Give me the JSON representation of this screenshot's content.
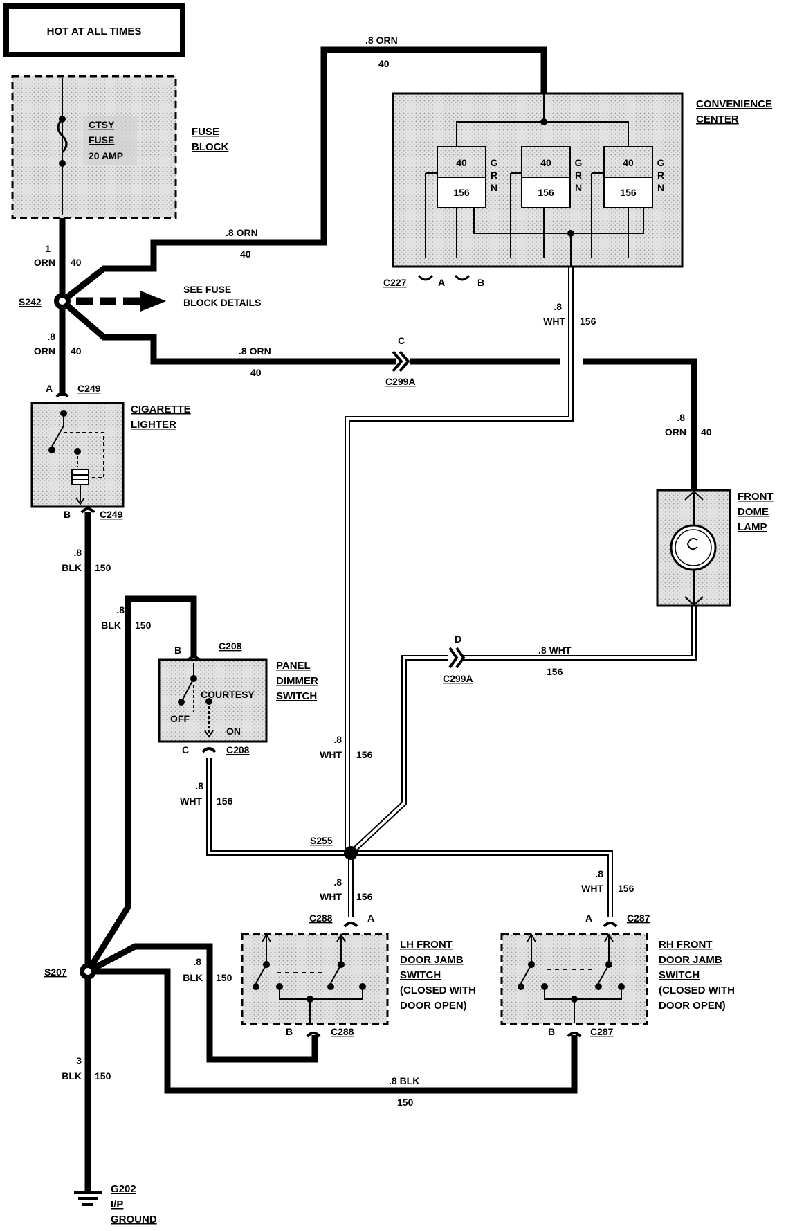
{
  "title": "HOT AT ALL TIMES",
  "components": {
    "fuse_block": {
      "name": [
        "FUSE",
        "BLOCK"
      ],
      "fuse": [
        "CTSY",
        "FUSE",
        "20 AMP"
      ]
    },
    "convenience_center": {
      "name": [
        "CONVENIENCE",
        "CENTER"
      ],
      "relays": [
        [
          "40",
          "156"
        ],
        [
          "40",
          "156"
        ],
        [
          "40",
          "156"
        ]
      ],
      "grn": [
        "G",
        "R",
        "N"
      ]
    },
    "fuse_block_note": [
      "SEE FUSE",
      "BLOCK DETAILS"
    ],
    "cigarette_lighter": {
      "name": [
        "CIGARETTE",
        "LIGHTER"
      ]
    },
    "front_dome_lamp": {
      "name": [
        "FRONT",
        "DOME",
        "LAMP"
      ]
    },
    "panel_dimmer_switch": {
      "name": [
        "PANEL",
        "DIMMER",
        "SWITCH"
      ],
      "positions": [
        "COURTESY",
        "OFF",
        "ON"
      ]
    },
    "lh_door_switch": {
      "name": [
        "LH FRONT",
        "DOOR JAMB",
        "SWITCH",
        "(CLOSED WITH",
        "DOOR OPEN)"
      ]
    },
    "rh_door_switch": {
      "name": [
        "RH FRONT",
        "DOOR JAMB",
        "SWITCH",
        "(CLOSED WITH",
        "DOOR OPEN)"
      ]
    },
    "ground": {
      "name": [
        "G202",
        "I/P",
        "GROUND"
      ]
    }
  },
  "splices": {
    "s242": "S242",
    "s255": "S255",
    "s207": "S207"
  },
  "connectors": {
    "c227": "C227",
    "c227_a": "A",
    "c227_b": "B",
    "c249_a": "C249",
    "c249_a_pin": "A",
    "c249_b": "C249",
    "c249_b_pin": "B",
    "c299a_c": "C299A",
    "c299a_c_pin": "C",
    "c299a_d": "C299A",
    "c299a_d_pin": "D",
    "c208_b": "C208",
    "c208_b_pin": "B",
    "c208_c": "C208",
    "c208_c_pin": "C",
    "c288_a": "C288",
    "c288_a_pin": "A",
    "c288_b": "C288",
    "c288_b_pin": "B",
    "c287_a": "C287",
    "c287_a_pin": "A",
    "c287_b": "C287",
    "c287_b_pin": "B"
  },
  "wires": {
    "top_orn": {
      "gauge_color": ".8 ORN",
      "circuit": "40"
    },
    "fuse_out": {
      "gauge": "1",
      "color": "ORN",
      "circuit": "40"
    },
    "mid_orn": {
      "gauge_color": ".8 ORN",
      "circuit": "40"
    },
    "lighter_feed": {
      "gauge": ".8",
      "color": "ORN",
      "circuit": "40"
    },
    "dome_feed_h": {
      "gauge_color": ".8 ORN",
      "circuit": "40"
    },
    "dome_feed_v": {
      "gauge": ".8",
      "color": "ORN",
      "circuit": "40"
    },
    "cc_out": {
      "gauge": ".8",
      "color": "WHT",
      "circuit": "156"
    },
    "dome_out": {
      "gauge_color": ".8 WHT",
      "circuit": "156"
    },
    "vert_wht": {
      "gauge": ".8",
      "color": "WHT",
      "circuit": "156"
    },
    "dimmer_out": {
      "gauge": ".8",
      "color": "WHT",
      "circuit": "156"
    },
    "lh_in": {
      "gauge": ".8",
      "color": "WHT",
      "circuit": "156"
    },
    "rh_in": {
      "gauge": ".8",
      "color": "WHT",
      "circuit": "156"
    },
    "lighter_gnd": {
      "gauge": ".8",
      "color": "BLK",
      "circuit": "150"
    },
    "dimmer_gnd": {
      "gauge": ".8",
      "color": "BLK",
      "circuit": "150"
    },
    "lh_gnd": {
      "gauge": ".8",
      "color": "BLK",
      "circuit": "150"
    },
    "rh_gnd": {
      "gauge_color": ".8 BLK",
      "circuit": "150"
    },
    "main_gnd": {
      "gauge": "3",
      "color": "BLK",
      "circuit": "150"
    }
  }
}
